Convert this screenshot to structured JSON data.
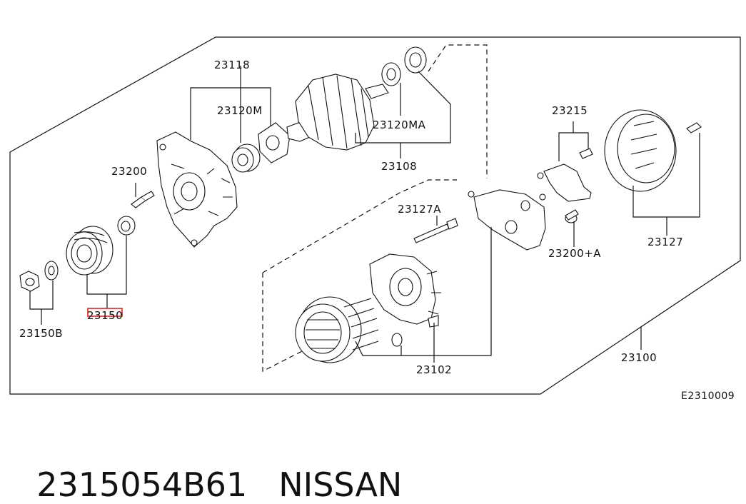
{
  "diagram": {
    "part_labels": {
      "p23118": "23118",
      "p23120m": "23120M",
      "p23120ma": "23120MA",
      "p23108": "23108",
      "p23200": "23200",
      "p23215": "23215",
      "p23127a": "23127A",
      "p23200a": "23200+A",
      "p23127": "23127",
      "p23150": "23150",
      "p23150b": "23150B",
      "p23102": "23102",
      "p23100": "23100"
    },
    "diagram_code": "E2310009",
    "highlight_color": "#e0211b"
  },
  "caption": {
    "part_number": "2315054B61",
    "brand": "NISSAN"
  }
}
